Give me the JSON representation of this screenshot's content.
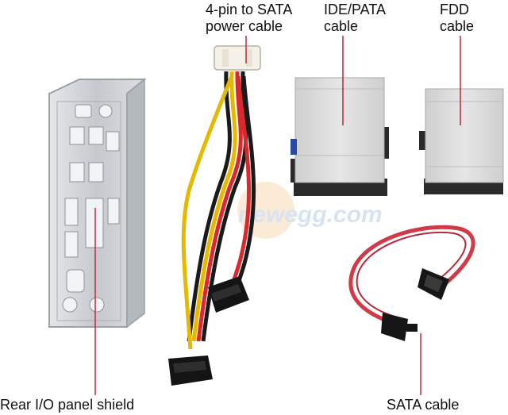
{
  "labels": {
    "sata_power": {
      "line1": "4-pin to SATA",
      "line2": "power cable"
    },
    "ide_pata": {
      "line1": "IDE/PATA",
      "line2": "cable"
    },
    "fdd": {
      "line1": "FDD",
      "line2": "cable"
    },
    "io_shield": "Rear I/O panel shield",
    "sata_cable": "SATA cable"
  },
  "watermark": "newegg.com",
  "colors": {
    "leader_line": "#c0283a",
    "cable_red": "#d9292f",
    "cable_yellow": "#e6b800",
    "cable_black": "#1a1a1a",
    "sata_red": "#d23a4a",
    "ribbon_gray": "#d8d8d8",
    "metal": "#c8ccd0"
  }
}
